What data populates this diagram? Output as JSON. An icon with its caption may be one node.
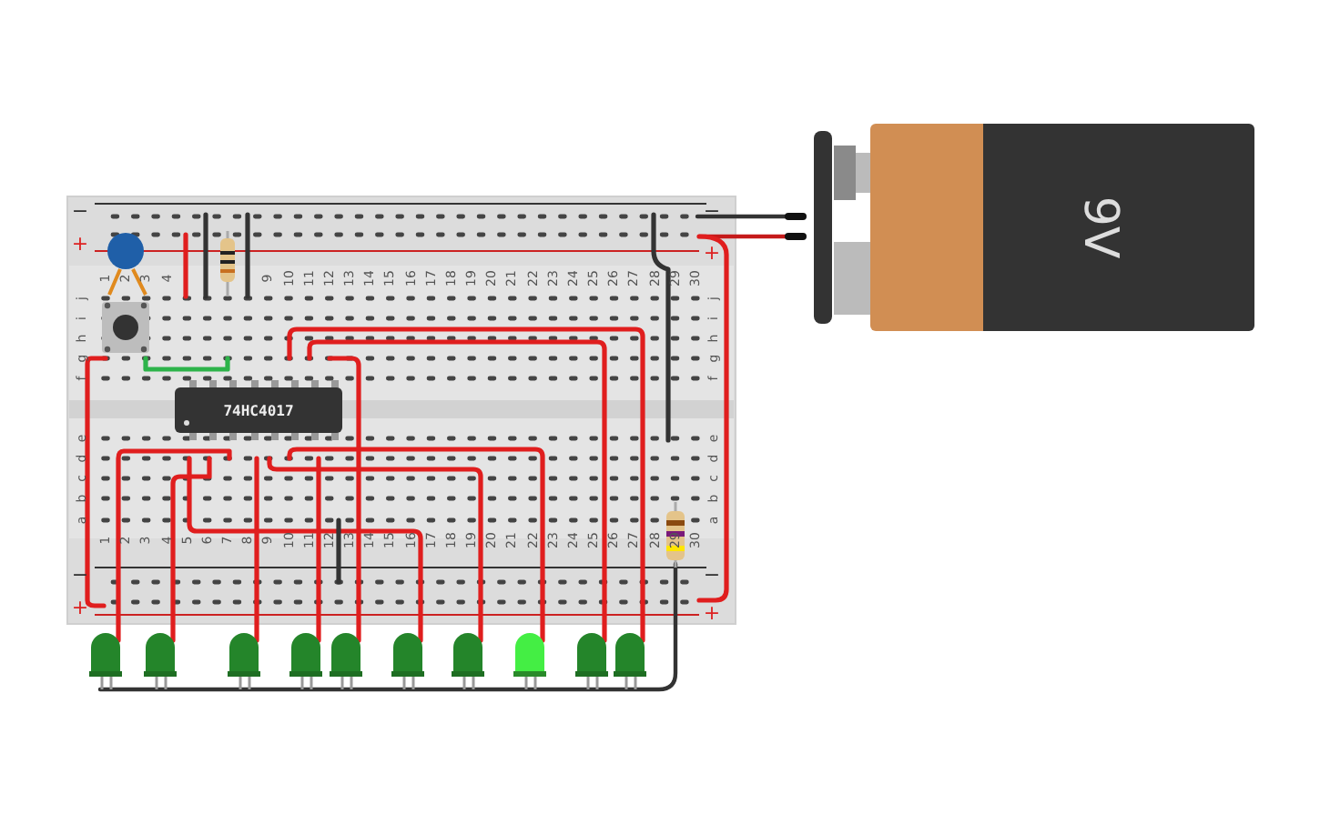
{
  "diagram": {
    "nodes": [
      {
        "text": [
          "74HC4017"
        ]
      },
      {
        "text": [
          "9V"
        ]
      }
    ],
    "labels": [
      "−",
      "−",
      "+",
      "+",
      "1",
      "2",
      "3",
      "4",
      "9",
      "10",
      "11",
      "12",
      "13",
      "14",
      "15",
      "16",
      "17",
      "18",
      "19",
      "20",
      "21",
      "22",
      "23",
      "24",
      "25",
      "26",
      "27",
      "28",
      "29",
      "30",
      "j",
      "j",
      "i",
      "i",
      "h",
      "h",
      "g",
      "g",
      "f",
      "f",
      "e",
      "e",
      "d",
      "d",
      "c",
      "c",
      "b",
      "b",
      "a",
      "a",
      "1",
      "2",
      "3",
      "4",
      "5",
      "6",
      "7",
      "8",
      "9",
      "10",
      "11",
      "12",
      "13",
      "14",
      "15",
      "16",
      "17",
      "18",
      "19",
      "20",
      "21",
      "22",
      "23",
      "24",
      "25",
      "26",
      "27",
      "28",
      "29",
      "30",
      "−",
      "−",
      "+",
      "+"
    ]
  }
}
